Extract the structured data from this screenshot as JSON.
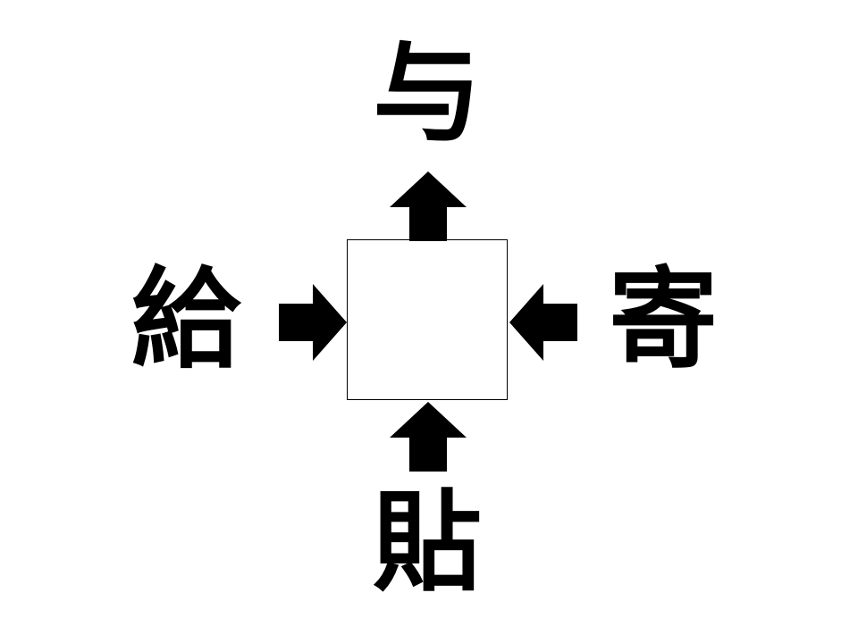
{
  "puzzle": {
    "top": "与",
    "left": "給",
    "right": "寄",
    "bottom": "貼",
    "answer": ""
  },
  "arrows": {
    "to_top": "arrow-up-icon",
    "from_left": "arrow-right-icon",
    "from_right": "arrow-left-icon",
    "from_bottom": "arrow-up-icon"
  }
}
